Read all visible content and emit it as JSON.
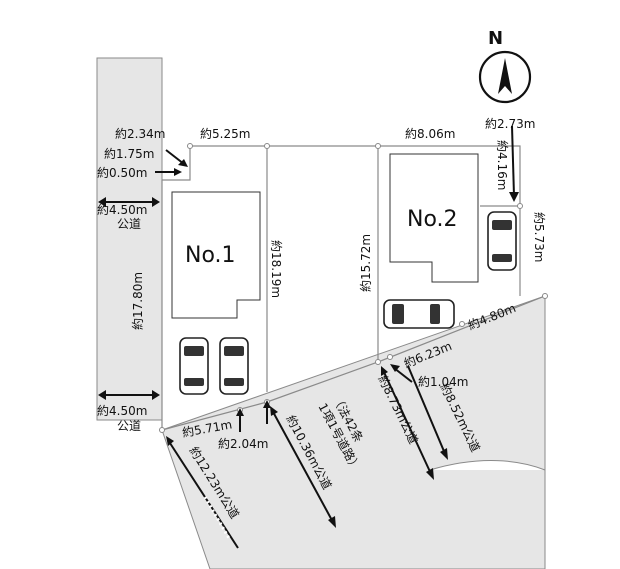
{
  "north": {
    "label": "N"
  },
  "lots": [
    {
      "label": "No.1"
    },
    {
      "label": "No.2"
    }
  ],
  "dimensions": {
    "d_2_34": "約2.34m",
    "d_1_75": "約1.75m",
    "d_0_50": "約0.50m",
    "d_5_25": "約5.25m",
    "d_8_06": "約8.06m",
    "d_2_73": "約2.73m",
    "d_4_16": "約4.16m",
    "d_5_73": "約5.73m",
    "d_17_80": "約17.80m",
    "d_18_19": "約18.19m",
    "d_15_72": "約15.72m",
    "d_4_80": "約4.80m",
    "d_6_23": "約6.23m",
    "d_1_04": "約1.04m",
    "d_5_71": "約5.71m",
    "d_2_04": "約2.04m"
  },
  "roads": {
    "west_top_width": "約4.50m",
    "west_top_type": "公道",
    "west_bottom_width": "約4.50m",
    "west_bottom_type": "公道",
    "south_main": "約10.36m公道",
    "south_law_1": "（法42条",
    "south_law_2": "1項1号道路）",
    "sw_road": "約12.23m公道",
    "se_road_1": "約8.73m公道",
    "se_road_2": "約8.52m公道"
  }
}
